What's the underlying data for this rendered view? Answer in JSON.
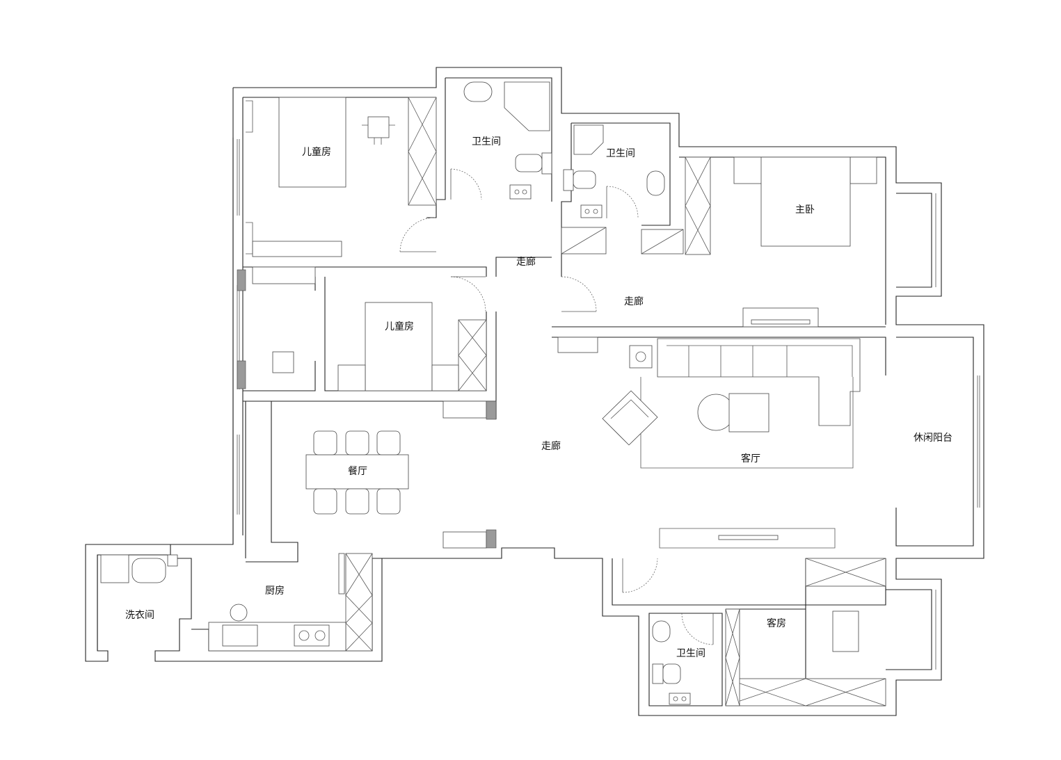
{
  "rooms": {
    "kids_room_1": "儿童房",
    "bathroom_1": "卫生间",
    "bathroom_2": "卫生间",
    "master_bedroom": "主卧",
    "corridor_1": "走廊",
    "corridor_2": "走廊",
    "kids_room_2": "儿童房",
    "corridor_3": "走廊",
    "dining": "餐厅",
    "living": "客厅",
    "leisure_balcony": "休闲阳台",
    "kitchen": "厨房",
    "laundry": "洗衣间",
    "guest_room": "客房",
    "bathroom_3": "卫生间"
  }
}
